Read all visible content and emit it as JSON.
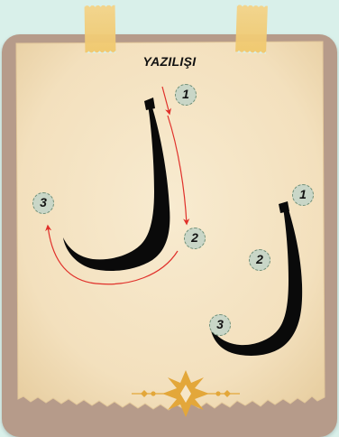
{
  "title": "YAZILIŞI",
  "steps_left": [
    "1",
    "2",
    "3"
  ],
  "steps_right": [
    "1",
    "2",
    "3"
  ],
  "colors": {
    "background": "#d9f0ea",
    "card": "#b69b8a",
    "paper": "#f6e6c8",
    "tape": "#f0c86d",
    "guide_arrow": "#e0302a",
    "step_badge": "#c9d6c7",
    "ornament": "#e3a73a"
  }
}
